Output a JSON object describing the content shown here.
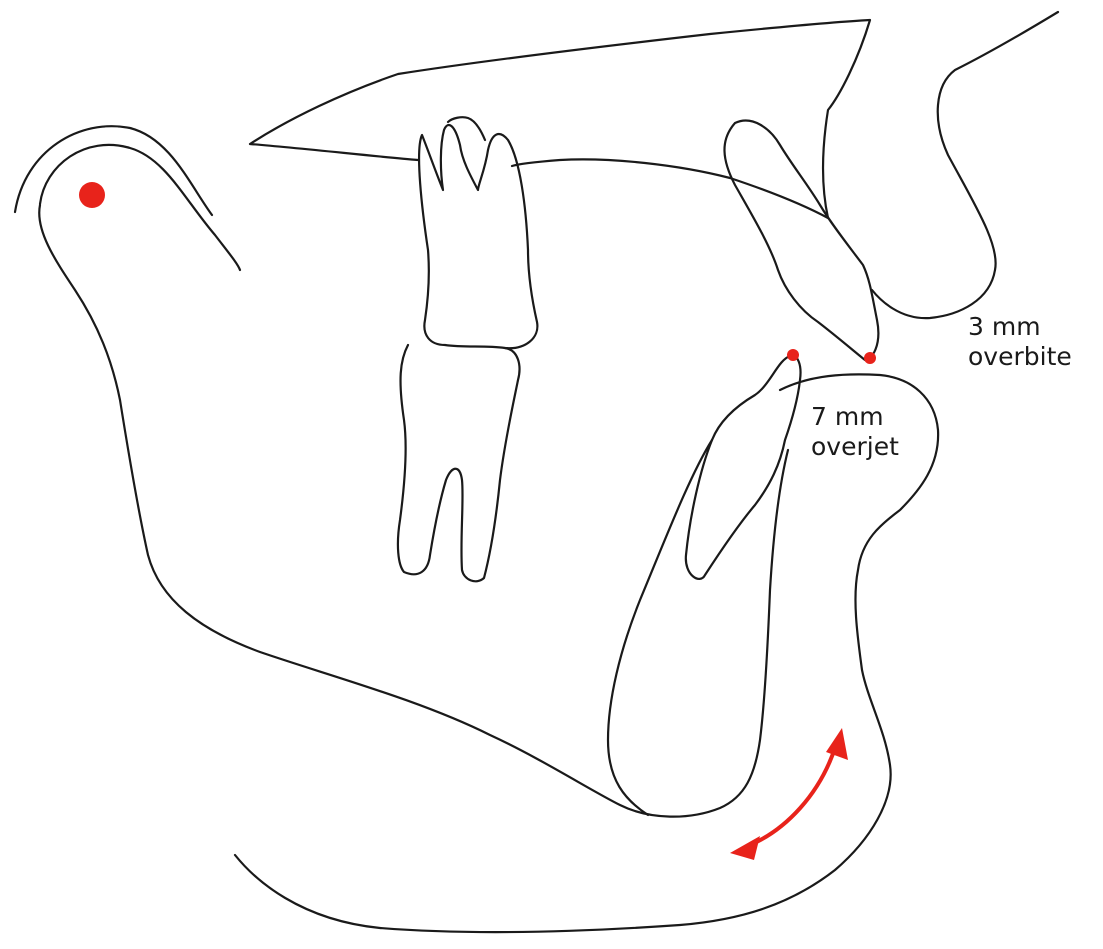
{
  "annotations": {
    "overbite": {
      "line1": "3 mm",
      "line2": "overbite"
    },
    "overjet": {
      "line1": "7 mm",
      "line2": "overjet"
    }
  },
  "colors": {
    "outline": "#1a1a1a",
    "marker": "#e8231b",
    "background": "#ffffff"
  },
  "icons": {
    "condyle_point": "red-dot",
    "incisal_points": "red-dot",
    "rotation_arrow": "double-headed-curved-arrow"
  }
}
